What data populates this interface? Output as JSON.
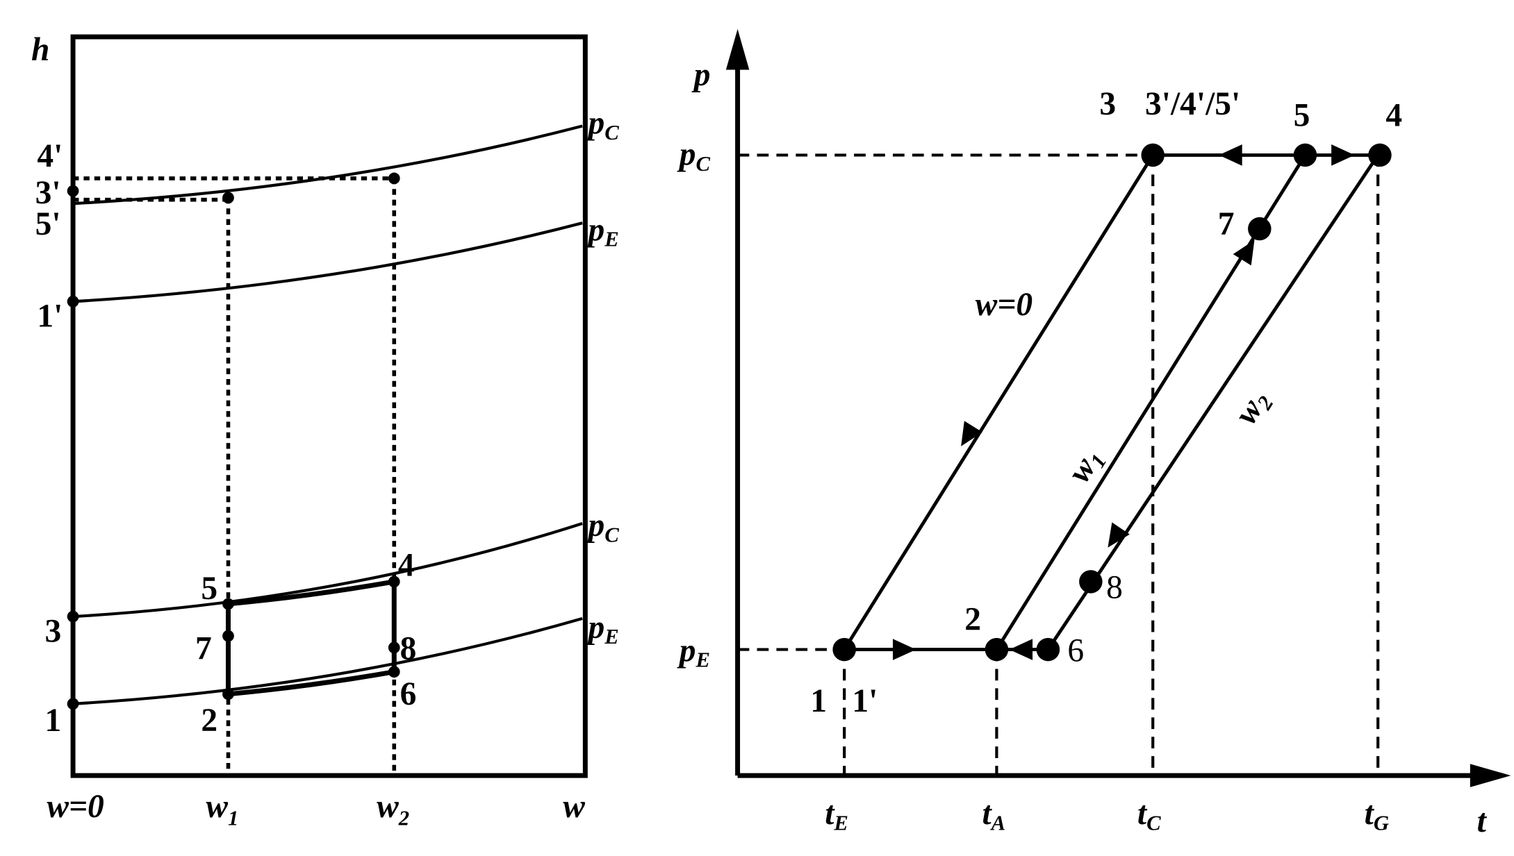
{
  "left_diagram": {
    "y_axis_label": "h",
    "x_tick_labels": [
      {
        "base": "w=0",
        "sub": ""
      },
      {
        "base": "w",
        "sub": "1"
      },
      {
        "base": "w",
        "sub": "2"
      },
      {
        "base": "w",
        "sub": ""
      }
    ],
    "curve_labels": [
      {
        "base": "p",
        "sub": "C"
      },
      {
        "base": "p",
        "sub": "E"
      },
      {
        "base": "p",
        "sub": "C"
      },
      {
        "base": "p",
        "sub": "E"
      }
    ],
    "point_labels": {
      "p4p": "4'",
      "p3p": "3'",
      "p5p": "5'",
      "p1p": "1'",
      "p3": "3",
      "p1": "1",
      "p5": "5",
      "p7": "7",
      "p2": "2",
      "p4": "4",
      "p8": "8",
      "p6": "6"
    }
  },
  "right_diagram": {
    "y_axis_label": "p",
    "x_axis_label": "t",
    "y_tick_labels": [
      {
        "base": "p",
        "sub": "C"
      },
      {
        "base": "p",
        "sub": "E"
      }
    ],
    "x_tick_labels": [
      {
        "base": "t",
        "sub": "E"
      },
      {
        "base": "t",
        "sub": "A"
      },
      {
        "base": "t",
        "sub": "C"
      },
      {
        "base": "t",
        "sub": "G"
      }
    ],
    "line_labels": [
      {
        "base": "w=0",
        "sub": ""
      },
      {
        "base": "w",
        "sub": "1"
      },
      {
        "base": "w",
        "sub": "2"
      }
    ],
    "point_labels": {
      "p3": "3",
      "p345p": "3'/4'/5'",
      "p5": "5",
      "p4": "4",
      "p7": "7",
      "p8": "8",
      "p6": "6",
      "p2": "2",
      "p1": "1",
      "p1p": "1'"
    }
  }
}
